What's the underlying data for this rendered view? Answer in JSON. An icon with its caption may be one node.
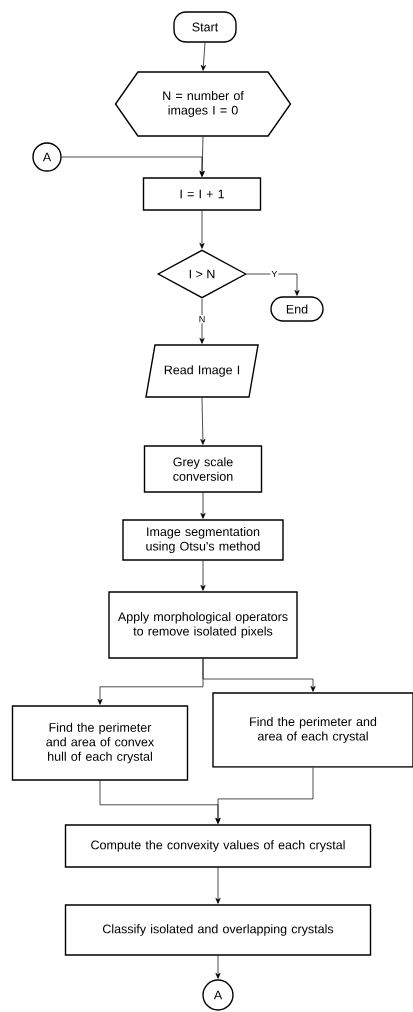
{
  "diagram": {
    "nodes": [
      {
        "text": [
          "Start"
        ]
      },
      {
        "text": [
          "N = number of images I = 0"
        ]
      },
      {
        "text": [
          "A"
        ]
      },
      {
        "text": [
          "I = I + 1"
        ]
      },
      {
        "text": [
          "I > N"
        ]
      },
      {
        "text": [
          "End"
        ]
      },
      {
        "text": [
          "Read Image I"
        ]
      },
      {
        "text": [
          "Grey scale conversion"
        ]
      },
      {
        "text": [
          "Image segmentation using Otsu's method"
        ]
      },
      {
        "text": [
          "Apply morphological operators to remove isolated pixels"
        ]
      },
      {
        "text": [
          "Find the perimeter and area of convex hull of each crystal"
        ]
      },
      {
        "text": [
          "Find the perimeter and area of each crystal"
        ]
      },
      {
        "text": [
          "Compute the convexity values of each crystal"
        ]
      },
      {
        "text": [
          "Classify isolated and overlapping crystals"
        ]
      },
      {
        "text": [
          "A"
        ]
      }
    ],
    "edges": [
      {
        "from": 0,
        "to": 1,
        "arrow": "to"
      },
      {
        "from": 1,
        "to": 3,
        "arrow": "to"
      },
      {
        "from": 2,
        "to": 3,
        "arrow": "to"
      },
      {
        "from": 3,
        "to": 4,
        "arrow": "to"
      },
      {
        "from": 4,
        "to": 5,
        "arrow": "to",
        "label": "Y"
      },
      {
        "from": 4,
        "to": 6,
        "arrow": "to",
        "label": "N"
      },
      {
        "from": 6,
        "to": 7,
        "arrow": "to"
      },
      {
        "from": 7,
        "to": 8,
        "arrow": "to"
      },
      {
        "from": 8,
        "to": 9,
        "arrow": "to"
      },
      {
        "from": 9,
        "to": 10,
        "arrow": "to"
      },
      {
        "from": 9,
        "to": 11,
        "arrow": "to"
      },
      {
        "from": 10,
        "to": 12,
        "arrow": "to"
      },
      {
        "from": 11,
        "to": 12,
        "arrow": "to"
      },
      {
        "from": 12,
        "to": 13,
        "arrow": "to"
      },
      {
        "from": 13,
        "to": 14,
        "arrow": "to"
      }
    ]
  }
}
